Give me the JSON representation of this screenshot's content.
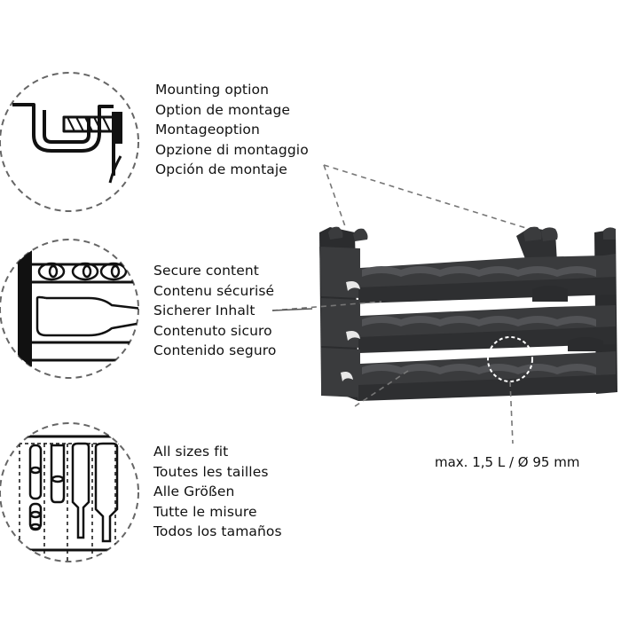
{
  "features": [
    {
      "id": "mounting",
      "icon": "wall-mount-icon",
      "lines": [
        "Mounting option",
        "Option de montage",
        "Montageoption",
        "Opzione di montaggio",
        "Opción de montaje"
      ]
    },
    {
      "id": "secure",
      "icon": "secure-bottles-icon",
      "lines": [
        "Secure content",
        "Contenu sécurisé",
        "Sicherer Inhalt",
        "Contenuto sicuro",
        "Contenido seguro"
      ]
    },
    {
      "id": "sizes",
      "icon": "bottle-sizes-icon",
      "lines": [
        "All sizes fit",
        "Toutes les tailles",
        "Alle Größen",
        "Tutte le misure",
        "Todos los tamaños"
      ]
    }
  ],
  "capacity_label": "max. 1,5 L / Ø 95 mm",
  "colors": {
    "rack": "#3a3b3d",
    "rack_dark": "#2b2c2e",
    "rack_light": "#525356",
    "ink": "#111111",
    "dash": "#777777"
  }
}
